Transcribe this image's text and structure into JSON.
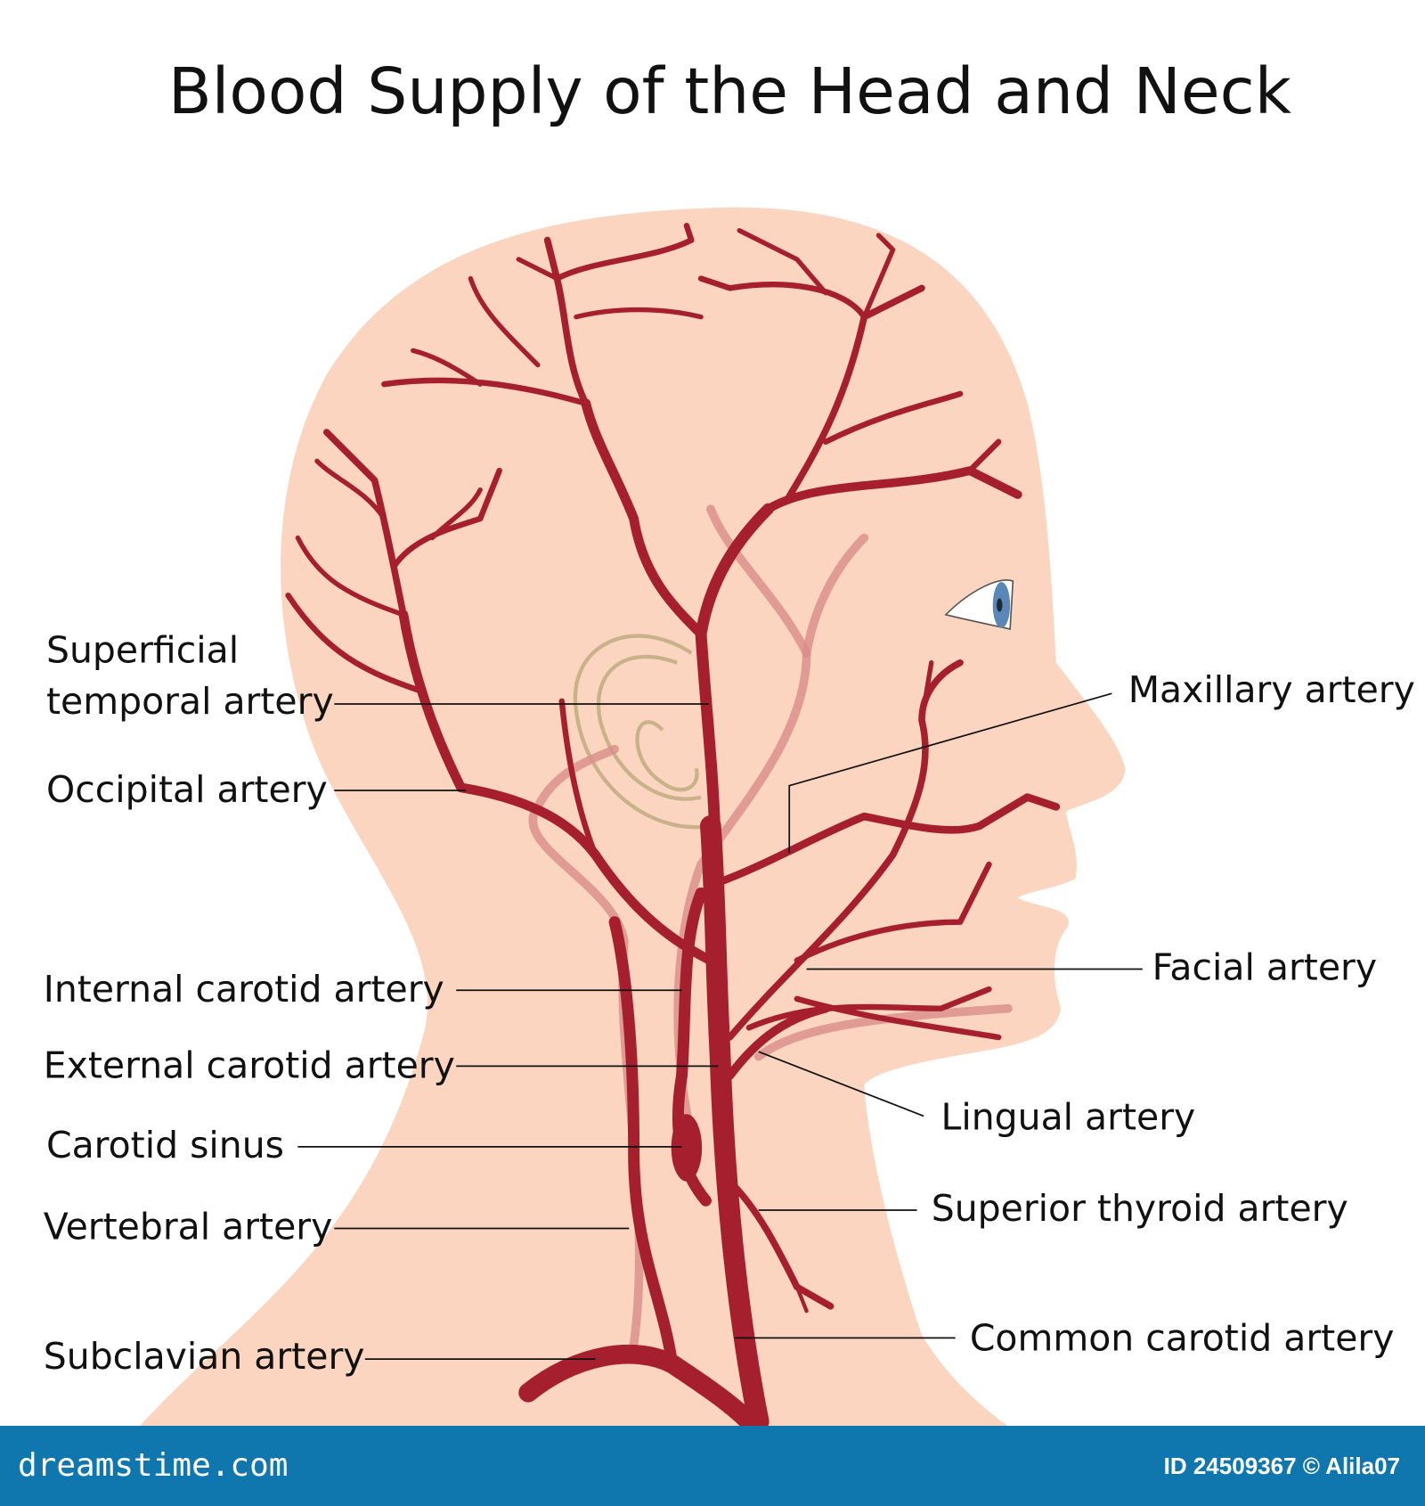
{
  "title": "Blood Supply of the Head and Neck",
  "labels": {
    "superficial_temporal_1": "Superficial",
    "superficial_temporal_2": "temporal artery",
    "occipital": "Occipital artery",
    "internal_carotid": "Internal carotid artery",
    "external_carotid": "External carotid artery",
    "carotid_sinus": "Carotid sinus",
    "vertebral": "Vertebral artery",
    "subclavian": "Subclavian artery",
    "maxillary": "Maxillary artery",
    "facial": "Facial artery",
    "lingual": "Lingual artery",
    "superior_thyroid": "Superior thyroid artery",
    "common_carotid": "Common carotid artery"
  },
  "colors": {
    "skin": "#fbd5c0",
    "artery": "#a61f2e",
    "footer": "#0f77ad",
    "ear": "#c9b28a",
    "eye": "#5b86b8"
  },
  "footer": {
    "brand": "dreamstime.com",
    "credit": "ID 24509367 © Alila07"
  }
}
